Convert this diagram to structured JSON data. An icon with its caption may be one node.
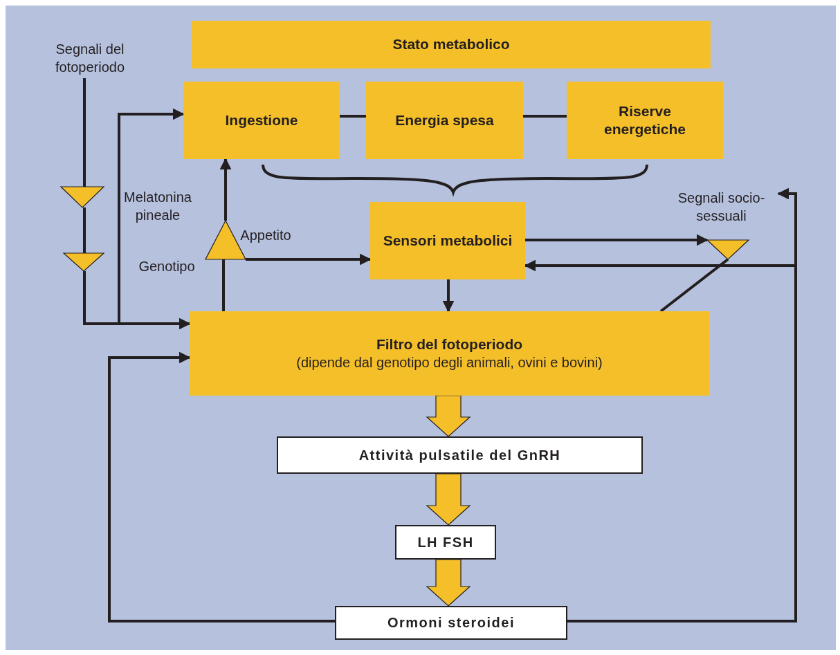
{
  "diagram": {
    "nodes": [
      {
        "text": [
          "Segnali del fotoperiodo"
        ]
      },
      {
        "text": [
          "Stato metabolico"
        ]
      },
      {
        "text": [
          "Ingestione"
        ]
      },
      {
        "text": [
          "Energia spesa"
        ]
      },
      {
        "text": [
          "Riserve energetiche"
        ]
      },
      {
        "text": [
          "Sensori metabolici"
        ]
      },
      {
        "text": [
          "Filtro del fotoperiodo",
          "(dipende dal genotipo degli animali, ovini e bovini)"
        ]
      },
      {
        "text": [
          "Attività pulsatile del GnRH"
        ]
      },
      {
        "text": [
          "LH FSH"
        ]
      },
      {
        "text": [
          "Ormoni steroidei"
        ]
      },
      {
        "text": [
          "Segnali socio-sessuali"
        ]
      },
      {
        "text": [],
        "shape": "triangle"
      },
      {
        "text": [],
        "shape": "triangle"
      },
      {
        "text": [],
        "shape": "triangle"
      },
      {
        "text": [],
        "shape": "triangle"
      }
    ],
    "edges": [
      {
        "from": 0,
        "to": 11,
        "arrow": "none"
      },
      {
        "from": 11,
        "to": 12,
        "arrow": "none"
      },
      {
        "from": 12,
        "to": 6,
        "arrow": "to"
      },
      {
        "from": 12,
        "to": 2,
        "arrow": "to"
      },
      {
        "from": 6,
        "to": 13,
        "arrow": "none"
      },
      {
        "from": 13,
        "to": 2,
        "arrow": "to"
      },
      {
        "from": 13,
        "to": 5,
        "arrow": "to"
      },
      {
        "from": 5,
        "to": 6,
        "arrow": "to"
      },
      {
        "from": 5,
        "to": 14,
        "arrow": "to"
      },
      {
        "from": 6,
        "to": 14,
        "arrow": "none"
      },
      {
        "from": 9,
        "to": 10,
        "arrow": "to"
      },
      {
        "from": 9,
        "to": 5,
        "arrow": "to"
      },
      {
        "from": 9,
        "to": 6,
        "arrow": "to"
      },
      {
        "from": 6,
        "to": 7,
        "arrow": "to",
        "style": "thick",
        "color": "#f5bf2a"
      },
      {
        "from": 7,
        "to": 8,
        "arrow": "to",
        "style": "thick",
        "color": "#f5bf2a"
      },
      {
        "from": 8,
        "to": 9,
        "arrow": "to",
        "style": "thick",
        "color": "#f5bf2a"
      },
      {
        "from": 2,
        "to": 3,
        "arrow": "none"
      },
      {
        "from": 3,
        "to": 4,
        "arrow": "none"
      }
    ],
    "labels": [
      "Melatonina pineale",
      "Appetito",
      "Genotipo"
    ]
  }
}
